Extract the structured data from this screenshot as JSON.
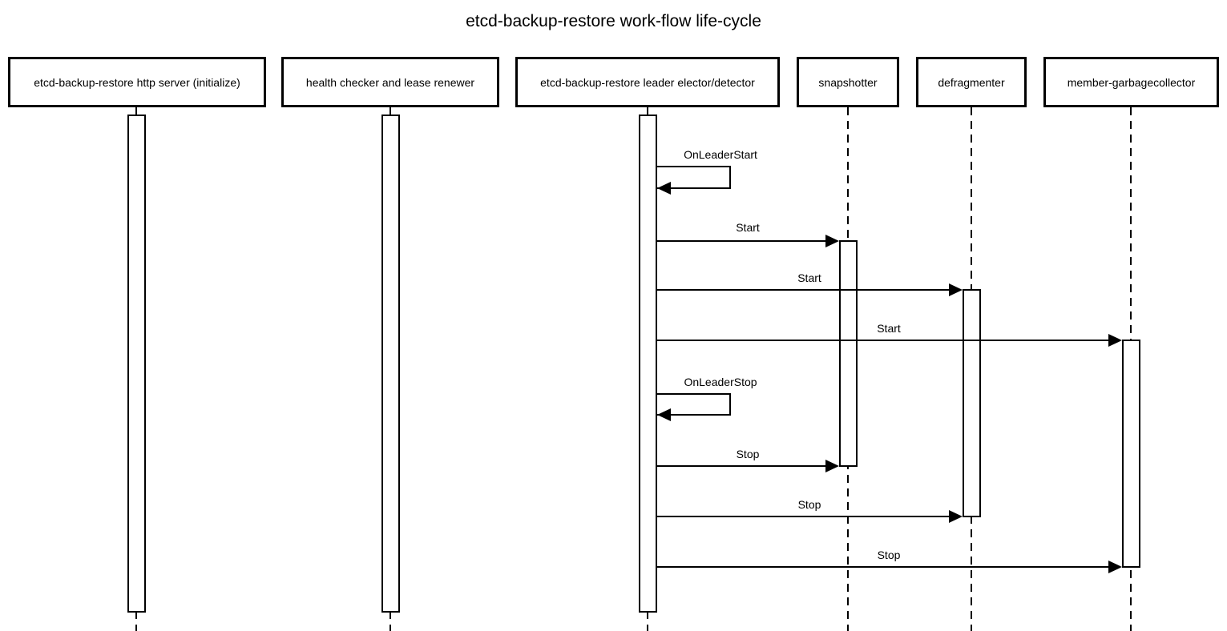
{
  "title": "etcd-backup-restore work-flow life-cycle",
  "colors": {
    "line": "#000000",
    "background": "#ffffff",
    "participant_fill": "#ffffff",
    "text": "#000000"
  },
  "participants": [
    {
      "id": "http-server",
      "label": "etcd-backup-restore http server (initialize)"
    },
    {
      "id": "health-checker",
      "label": "health checker and lease renewer"
    },
    {
      "id": "leader-elector",
      "label": "etcd-backup-restore leader elector/detector"
    },
    {
      "id": "snapshotter",
      "label": "snapshotter"
    },
    {
      "id": "defragmenter",
      "label": "defragmenter"
    },
    {
      "id": "member-garbagecollector",
      "label": "member-garbagecollector"
    }
  ],
  "messages": [
    {
      "label": "OnLeaderStart",
      "type": "self",
      "from": "leader-elector",
      "to": "leader-elector"
    },
    {
      "label": "Start",
      "type": "solid-arrow",
      "from": "leader-elector",
      "to": "snapshotter"
    },
    {
      "label": "Start",
      "type": "solid-arrow",
      "from": "leader-elector",
      "to": "defragmenter"
    },
    {
      "label": "Start",
      "type": "solid-arrow",
      "from": "leader-elector",
      "to": "member-garbagecollector"
    },
    {
      "label": "OnLeaderStop",
      "type": "self",
      "from": "leader-elector",
      "to": "leader-elector"
    },
    {
      "label": "Stop",
      "type": "solid-arrow",
      "from": "leader-elector",
      "to": "snapshotter"
    },
    {
      "label": "Stop",
      "type": "solid-arrow",
      "from": "leader-elector",
      "to": "defragmenter"
    },
    {
      "label": "Stop",
      "type": "solid-arrow",
      "from": "leader-elector",
      "to": "member-garbagecollector"
    }
  ]
}
